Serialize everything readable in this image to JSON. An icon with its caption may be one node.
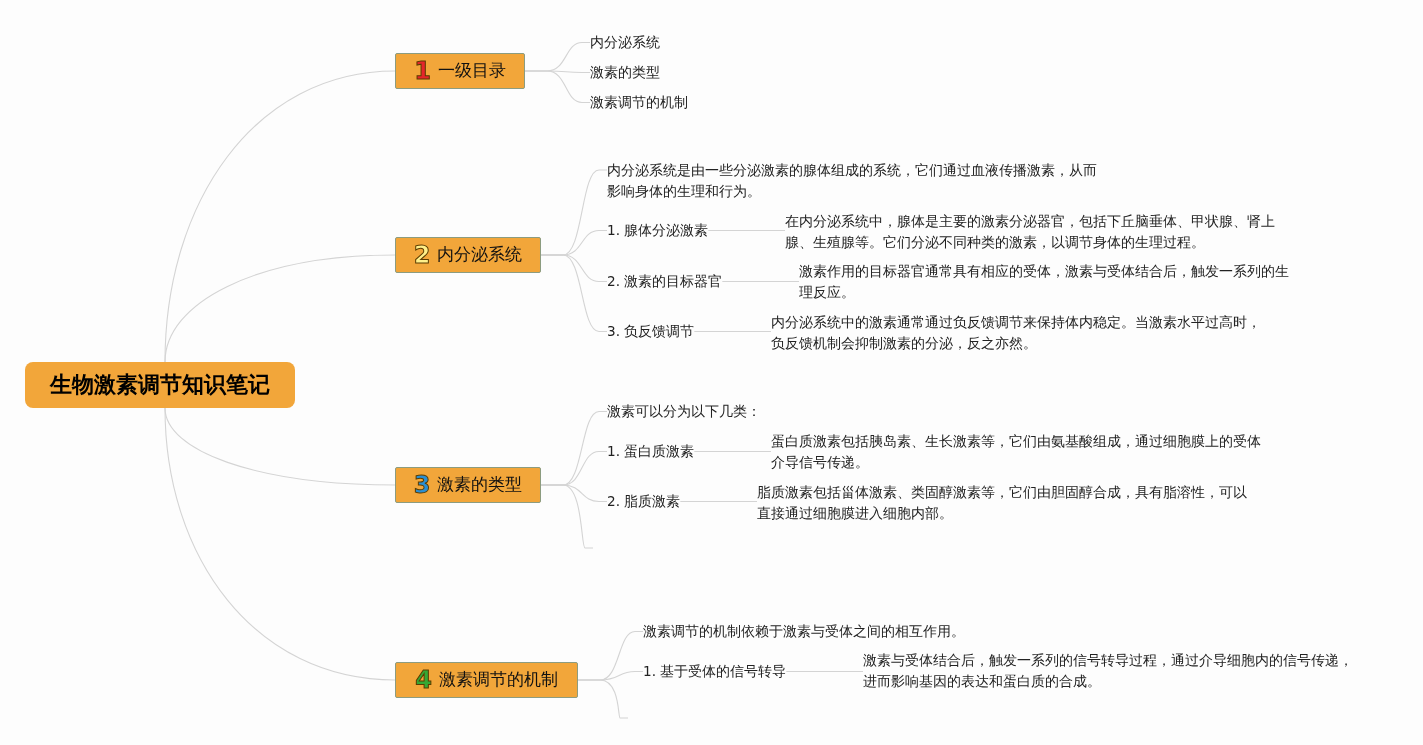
{
  "diagram": {
    "nodes": [
      {
        "text": [
          "生物激素调节知识笔记"
        ]
      },
      {
        "text": [
          "1",
          "一级目录"
        ]
      },
      {
        "text": [
          "内分泌系统"
        ]
      },
      {
        "text": [
          "激素的类型"
        ]
      },
      {
        "text": [
          "激素调节的机制"
        ]
      },
      {
        "text": [
          "2",
          "内分泌系统"
        ]
      },
      {
        "text": [
          "内分泌系统是由一些分泌激素的腺体组成的系统，它们通过血液传播激素，从而影响身体的生理和行为。"
        ]
      },
      {
        "text": [
          "1. 腺体分泌激素"
        ]
      },
      {
        "text": [
          "在内分泌系统中，腺体是主要的激素分泌器官，包括下丘脑垂体、甲状腺、肾上腺、生殖腺等。它们分泌不同种类的激素，以调节身体的生理过程。"
        ]
      },
      {
        "text": [
          "2. 激素的目标器官"
        ]
      },
      {
        "text": [
          "激素作用的目标器官通常具有相应的受体，激素与受体结合后，触发一系列的生理反应。"
        ]
      },
      {
        "text": [
          "3. 负反馈调节"
        ]
      },
      {
        "text": [
          "内分泌系统中的激素通常通过负反馈调节来保持体内稳定。当激素水平过高时，负反馈机制会抑制激素的分泌，反之亦然。"
        ]
      },
      {
        "text": [
          "3",
          "激素的类型"
        ]
      },
      {
        "text": [
          "激素可以分为以下几类："
        ]
      },
      {
        "text": [
          "1. 蛋白质激素"
        ]
      },
      {
        "text": [
          "蛋白质激素包括胰岛素、生长激素等，它们由氨基酸组成，通过细胞膜上的受体介导信号传递。"
        ]
      },
      {
        "text": [
          "2. 脂质激素"
        ]
      },
      {
        "text": [
          "脂质激素包括甾体激素、类固醇激素等，它们由胆固醇合成，具有脂溶性，可以直接通过细胞膜进入细胞内部。"
        ]
      },
      {
        "text": [
          "4",
          "激素调节的机制"
        ]
      },
      {
        "text": [
          "激素调节的机制依赖于激素与受体之间的相互作用。"
        ]
      },
      {
        "text": [
          "1. 基于受体的信号转导"
        ]
      },
      {
        "text": [
          "激素与受体结合后，触发一系列的信号转导过程，通过介导细胞内的信号传递，进而影响基因的表达和蛋白质的合成。"
        ]
      }
    ],
    "edges": [
      {
        "from": 0,
        "to": 1,
        "arrow": "none"
      },
      {
        "from": 0,
        "to": 5,
        "arrow": "none"
      },
      {
        "from": 0,
        "to": 13,
        "arrow": "none"
      },
      {
        "from": 0,
        "to": 19,
        "arrow": "none"
      },
      {
        "from": 1,
        "to": 2,
        "arrow": "none"
      },
      {
        "from": 1,
        "to": 3,
        "arrow": "none"
      },
      {
        "from": 1,
        "to": 4,
        "arrow": "none"
      },
      {
        "from": 5,
        "to": 6,
        "arrow": "none"
      },
      {
        "from": 5,
        "to": 7,
        "arrow": "none"
      },
      {
        "from": 5,
        "to": 9,
        "arrow": "none"
      },
      {
        "from": 5,
        "to": 11,
        "arrow": "none"
      },
      {
        "from": 7,
        "to": 8,
        "arrow": "none"
      },
      {
        "from": 9,
        "to": 10,
        "arrow": "none"
      },
      {
        "from": 11,
        "to": 12,
        "arrow": "none"
      },
      {
        "from": 13,
        "to": 14,
        "arrow": "none"
      },
      {
        "from": 13,
        "to": 15,
        "arrow": "none"
      },
      {
        "from": 13,
        "to": 17,
        "arrow": "none"
      },
      {
        "from": 13,
        "to": null,
        "arrow": "none"
      },
      {
        "from": 15,
        "to": 16,
        "arrow": "none"
      },
      {
        "from": 17,
        "to": 18,
        "arrow": "none"
      },
      {
        "from": 19,
        "to": 20,
        "arrow": "none"
      },
      {
        "from": 19,
        "to": 21,
        "arrow": "none"
      },
      {
        "from": 19,
        "to": null,
        "arrow": "none"
      },
      {
        "from": 21,
        "to": 22,
        "arrow": "none"
      }
    ]
  }
}
